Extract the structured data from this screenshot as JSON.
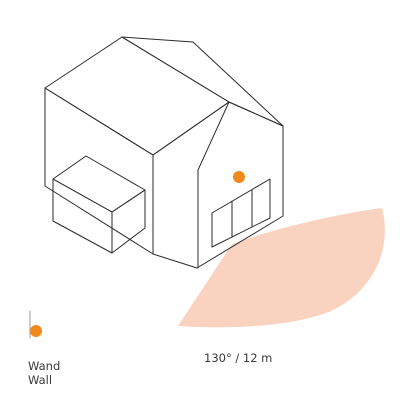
{
  "legend": {
    "label_de": "Wand",
    "label_en": "Wall"
  },
  "detection": {
    "label": "130° / 12 m",
    "angle_deg": 130,
    "range_m": 12
  },
  "colors": {
    "outline": "#2b2b2b",
    "sensor": "#f08a1c",
    "coverage": "#f9d2c0",
    "legend_line": "#9a9a9a",
    "text": "#3a3a3a"
  }
}
